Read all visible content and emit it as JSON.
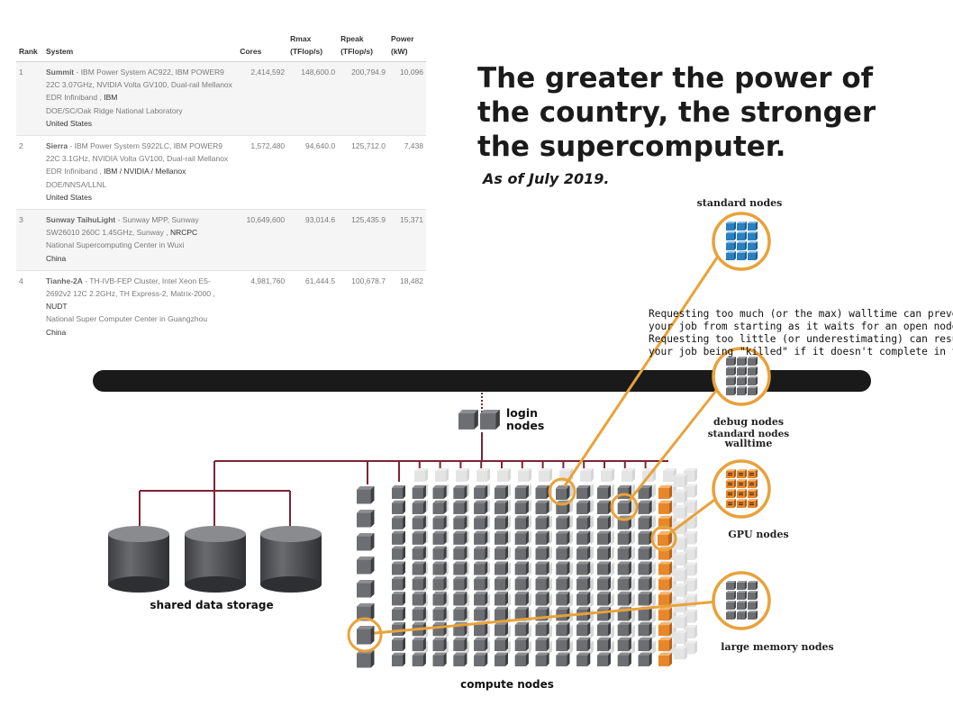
{
  "table": {
    "headers": {
      "rank": "Rank",
      "system": "System",
      "cores": "Cores",
      "rmax": "Rmax (TFlop/s)",
      "rpeak": "Rpeak (TFlop/s)",
      "power": "Power (kW)"
    },
    "rows": [
      {
        "rank": "1",
        "name": "Summit",
        "desc": " - IBM Power System AC922, IBM POWER9 22C 3.07GHz, NVIDIA Volta GV100, Dual-rail Mellanox EDR Infiniband , ",
        "vendor": "IBM",
        "site": "DOE/SC/Oak Ridge National Laboratory",
        "country": "United States",
        "cores": "2,414,592",
        "rmax": "148,600.0",
        "rpeak": "200,794.9",
        "power": "10,096"
      },
      {
        "rank": "2",
        "name": "Sierra",
        "desc": " - IBM Power System S922LC, IBM POWER9 22C 3.1GHz, NVIDIA Volta GV100, Dual-rail Mellanox EDR Infiniband , ",
        "vendor": "IBM / NVIDIA / Mellanox",
        "site": "DOE/NNSA/LLNL",
        "country": "United States",
        "cores": "1,572,480",
        "rmax": "94,640.0",
        "rpeak": "125,712.0",
        "power": "7,438"
      },
      {
        "rank": "3",
        "name": "Sunway TaihuLight",
        "desc": " - Sunway MPP, Sunway SW26010 260C 1.45GHz, Sunway , ",
        "vendor": "NRCPC",
        "site": "National Supercomputing Center in Wuxi",
        "country": "China",
        "cores": "10,649,600",
        "rmax": "93,014.6",
        "rpeak": "125,435.9",
        "power": "15,371"
      },
      {
        "rank": "4",
        "name": "Tianhe-2A",
        "desc": " - TH-IVB-FEP Cluster, Intel Xeon E5-2692v2 12C 2.2GHz, TH Express-2, Matrix-2000 , ",
        "vendor": "NUDT",
        "site": "National Super Computer Center in Guangzhou",
        "country": "China",
        "cores": "4,981,760",
        "rmax": "61,444.5",
        "rpeak": "100,678.7",
        "power": "18,482"
      }
    ]
  },
  "headline": "The greater the power of the country, the stronger the supercomputer.",
  "as_of": "As of July 2019.",
  "diagram": {
    "labels": {
      "standard_nodes": "standard nodes",
      "login_line1": "login",
      "login_line2": "nodes",
      "debug_nodes": "debug nodes",
      "debug_sub1": "standard nodes",
      "debug_sub2": "walltime",
      "gpu_nodes": "GPU nodes",
      "large_memory_nodes": "large memory nodes",
      "shared_data_storage": "shared data storage",
      "compute_nodes": "compute nodes"
    },
    "walltime_note": [
      "Requesting too much (or the max) walltime can prevent",
      "your job from starting as it waits for an open node.",
      "Requesting too little (or underestimating) can result in",
      "your job being \"killed\" if it doesn't complete in time."
    ],
    "colors": {
      "accent": "#e8a23a",
      "standard_node": "#2a7fbf",
      "gpu_node": "#e8862a",
      "node_gray": "#6d6e71",
      "network_line": "#7b2535",
      "backbone": "#1a1a1a"
    }
  }
}
